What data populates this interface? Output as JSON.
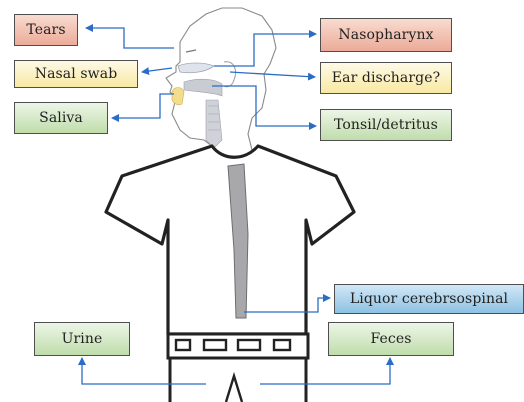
{
  "labels": {
    "tears": "Tears",
    "nasal_swab": "Nasal swab",
    "saliva": "Saliva",
    "nasopharynx": "Nasopharynx",
    "ear_discharge": "Ear discharge?",
    "tonsil": "Tonsil/detritus",
    "liquor": "Liquor cerebrsospinal",
    "urine": "Urine",
    "feces": "Feces"
  },
  "colors": {
    "arrow_blue": "#2b6cc4",
    "red_label": "#f3c2b2",
    "yellow_label": "#fbf0bd",
    "green_label": "#d8ebcf",
    "blue_label": "#a9d0ea",
    "spine_gray": "#a8a8ab"
  }
}
